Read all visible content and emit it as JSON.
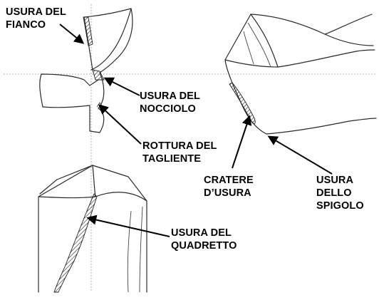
{
  "labels": {
    "usura_fianco": [
      "USURA DEL",
      "FIANCO"
    ],
    "usura_nocciolo": [
      "USURA DEL",
      "NOCCIOLO"
    ],
    "rottura_tagliente": [
      "ROTTURA DEL",
      "TAGLIENTE"
    ],
    "cratere_usura": [
      "CRATERE",
      "D’USURA"
    ],
    "usura_spigolo": [
      "USURA",
      "DELLO",
      "SPIGOLO"
    ],
    "usura_quadretto": [
      "USURA DEL",
      "QUADRETTO"
    ]
  }
}
